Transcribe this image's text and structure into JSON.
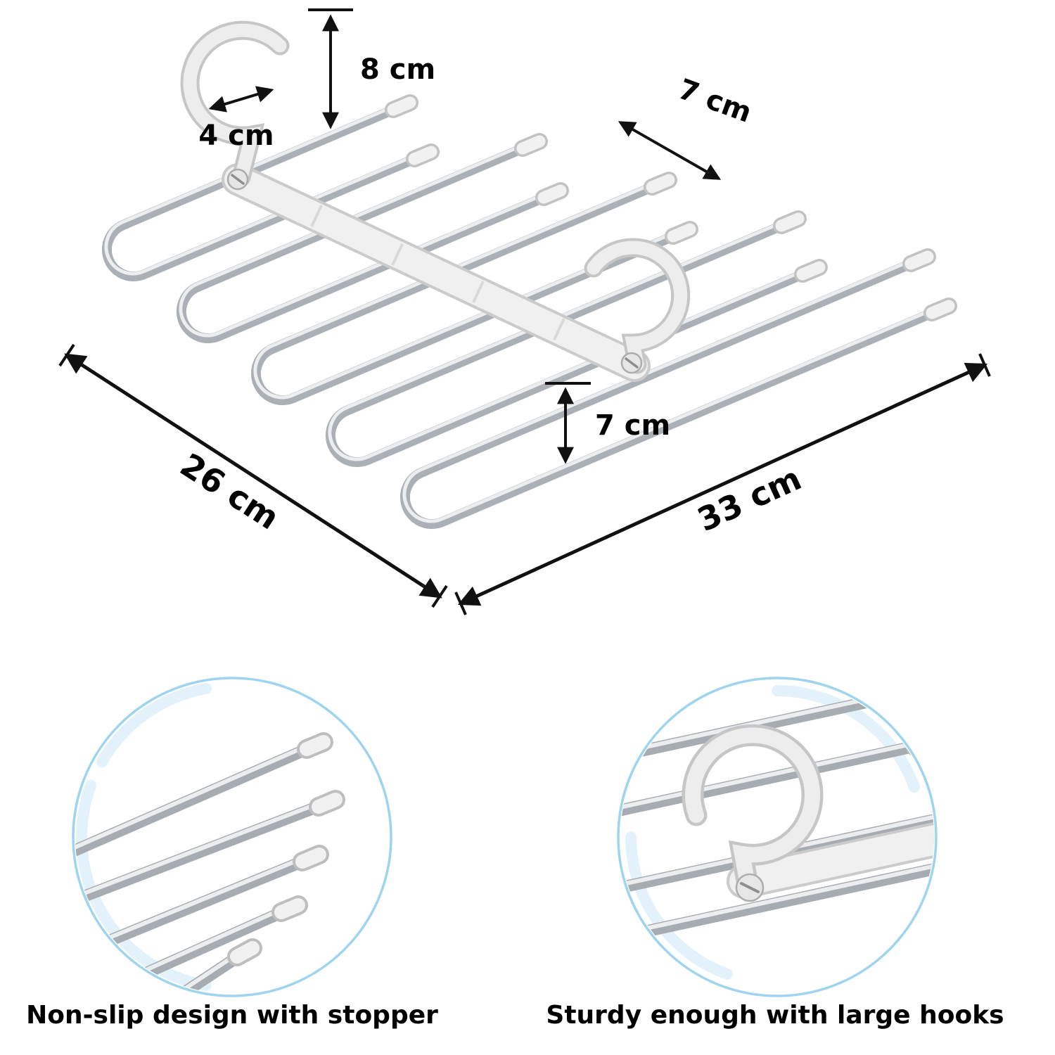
{
  "dimensions": {
    "hook_height": "8 cm",
    "hook_opening": "4 cm",
    "top_rod_spacing": "7 cm",
    "layer_spacing": "7 cm",
    "depth": "26 cm",
    "width": "33 cm"
  },
  "captions": {
    "left": "Non-slip design with stopper",
    "right": "Sturdy enough with large hooks"
  },
  "colors": {
    "background": "#ffffff",
    "text": "#000000",
    "dimension_lines": "#111111",
    "chrome_rod": "#aab0b5",
    "chrome_highlight": "#eef0f2",
    "plastic_white": "#f0f0f0",
    "plastic_shade": "#c6c6c6",
    "callout_ring_blue": "#9fd4ee",
    "callout_tint_blue": "#d9edf8"
  }
}
